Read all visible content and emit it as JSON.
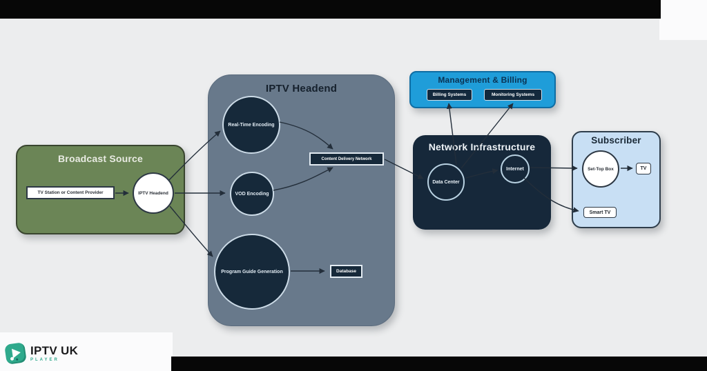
{
  "page": {
    "background": "#ecedee",
    "letterbox_color": "#070707"
  },
  "logo": {
    "brand": "IPTV UK",
    "subtitle": "PLAYER",
    "accent_color": "#2fa98c"
  },
  "diagram": {
    "broadcast_source": {
      "title": "Broadcast Source",
      "fill": "#6b8556",
      "station": "TV Station or Content Provider",
      "headend_node": "IPTV Headend"
    },
    "headend_panel": {
      "title": "IPTV Headend",
      "fill": "#68798b",
      "realtime": "Real-Time Encoding",
      "vod": "VOD Encoding",
      "program_guide": "Program Guide Generation",
      "cdn": "Content Delivery Network",
      "database": "Database"
    },
    "management": {
      "title": "Management & Billing",
      "fill": "#1f9dd9",
      "billing": "Billing Systems",
      "monitoring": "Monitoring Systems"
    },
    "network": {
      "title": "Network Infrastructure",
      "fill": "#16283a",
      "data_center": "Data Center",
      "internet": "Internet"
    },
    "subscriber": {
      "title": "Subscriber",
      "fill": "#c8dff4",
      "set_top_box": "Set-Top Box",
      "tv": "TV",
      "smart_tv": "Smart TV"
    }
  }
}
